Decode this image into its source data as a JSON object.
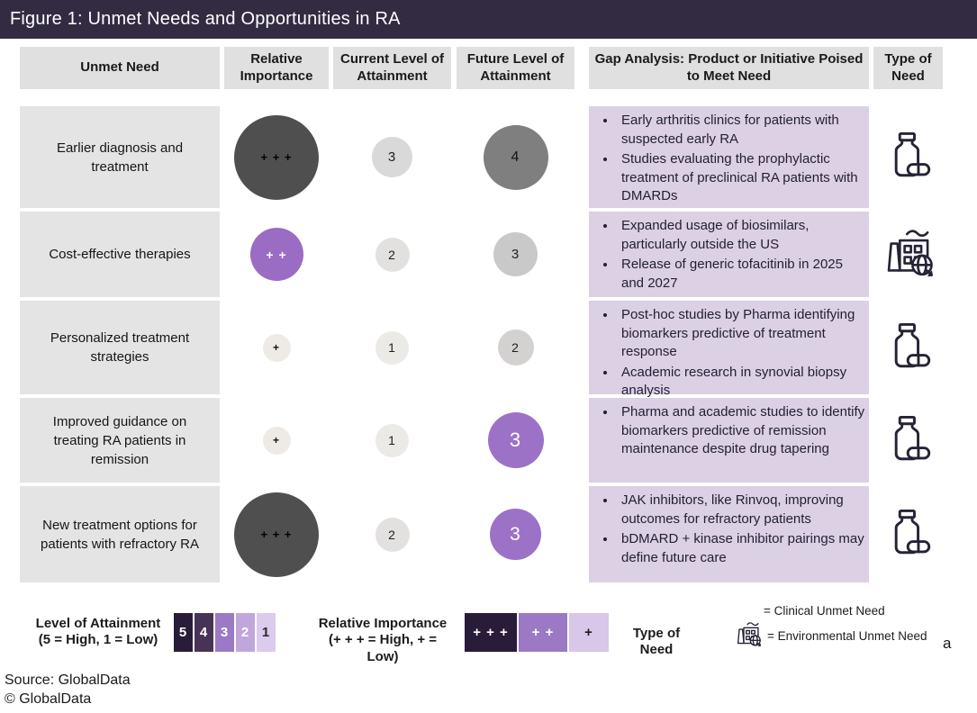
{
  "title_bar": {
    "title": "Figure 1: Unmet Needs and Opportunities in RA"
  },
  "table": {
    "headers": [
      "Unmet Need",
      "Relative Importance",
      "Current Level of Attainment",
      "Future Level of Attainment",
      "Gap Analysis: Product or Initiative Poised to Meet Need",
      "Type of Need"
    ],
    "rows": [
      {
        "need": "Earlier diagnosis and treatment",
        "height": 113,
        "importance": {
          "text": "+ + +",
          "d": 94,
          "bg": "#4f4f4f",
          "fg": "#000000",
          "fs": 13,
          "bold": true
        },
        "current": {
          "text": "3",
          "d": 45,
          "bg": "#d9d9d9",
          "fg": "#1f1f1f",
          "fs": 15,
          "bold": false
        },
        "future": {
          "text": "4",
          "d": 72,
          "bg": "#7f7f7f",
          "fg": "#141414",
          "fs": 16,
          "bold": false
        },
        "gap_bullets": [
          "Early arthritis clinics for patients with suspected early RA",
          "Studies evaluating the prophylactic treatment of preclinical RA patients with DMARDs"
        ],
        "type_icon": "pill-bottle-icon"
      },
      {
        "need": "Cost-effective therapies",
        "height": 95,
        "importance": {
          "text": "+ +",
          "d": 59,
          "bg": "#9a6cc4",
          "fg": "#ffffff",
          "fs": 14,
          "bold": true
        },
        "current": {
          "text": "2",
          "d": 38,
          "bg": "#e3e1df",
          "fg": "#1f1f1f",
          "fs": 14,
          "bold": false
        },
        "future": {
          "text": "3",
          "d": 49,
          "bg": "#c9c9c9",
          "fg": "#1f1f1f",
          "fs": 15,
          "bold": false
        },
        "gap_bullets": [
          "Expanded usage of biosimilars, particularly outside the US",
          "Release of generic tofacitinib in 2025 and 2027"
        ],
        "type_icon": "factory-icon"
      },
      {
        "need": "Personalized treatment strategies",
        "height": 104,
        "importance": {
          "text": "+",
          "d": 31,
          "bg": "#eeebe7",
          "fg": "#111111",
          "fs": 12,
          "bold": true
        },
        "current": {
          "text": "1",
          "d": 37,
          "bg": "#eceae6",
          "fg": "#1f1f1f",
          "fs": 14,
          "bold": false
        },
        "future": {
          "text": "2",
          "d": 40,
          "bg": "#d3d2d0",
          "fg": "#1f1f1f",
          "fs": 14,
          "bold": false
        },
        "gap_bullets": [
          "Post-hoc studies by Pharma identifying biomarkers predictive of treatment response",
          "Academic research in  synovial biopsy analysis"
        ],
        "type_icon": "pill-bottle-icon"
      },
      {
        "need": "Improved guidance on treating RA patients in remission",
        "height": 94,
        "importance": {
          "text": "+",
          "d": 31,
          "bg": "#eeebe7",
          "fg": "#111111",
          "fs": 12,
          "bold": true
        },
        "current": {
          "text": "1",
          "d": 37,
          "bg": "#eceae6",
          "fg": "#1f1f1f",
          "fs": 14,
          "bold": false
        },
        "future": {
          "text": "3",
          "d": 62,
          "bg": "#9c72c7",
          "fg": "#ffffff",
          "fs": 22,
          "bold": false
        },
        "gap_bullets": [
          "Pharma and academic studies to identify biomarkers predictive of remission maintenance despite drug tapering"
        ],
        "type_icon": "pill-bottle-icon"
      },
      {
        "need": "New treatment options for patients with refractory RA",
        "height": 107,
        "importance": {
          "text": "+ + +",
          "d": 94,
          "bg": "#4f4f4f",
          "fg": "#000000",
          "fs": 13,
          "bold": true
        },
        "current": {
          "text": "2",
          "d": 38,
          "bg": "#e3e1df",
          "fg": "#1f1f1f",
          "fs": 14,
          "bold": false
        },
        "future": {
          "text": "3",
          "d": 57,
          "bg": "#9c72c7",
          "fg": "#ffffff",
          "fs": 21,
          "bold": false
        },
        "gap_bullets": [
          "JAK inhibitors, like Rinvoq, improving outcomes for refractory patients",
          "bDMARD + kinase inhibitor pairings may define future care"
        ],
        "type_icon": "pill-bottle-icon"
      }
    ]
  },
  "legend": {
    "attainment": {
      "title": "Level of Attainment",
      "subtitle": "(5 = High, 1 = Low)",
      "boxes": [
        {
          "text": "5",
          "bg": "#281c38",
          "fg": "#ffffff",
          "width": 21
        },
        {
          "text": "4",
          "bg": "#473355",
          "fg": "#ffffff",
          "width": 21
        },
        {
          "text": "3",
          "bg": "#9b79c5",
          "fg": "#ffffff",
          "width": 21
        },
        {
          "text": "2",
          "bg": "#c1a6db",
          "fg": "#ffffff",
          "width": 21
        },
        {
          "text": "1",
          "bg": "#dbcbec",
          "fg": "#2a2a2a",
          "width": 21
        }
      ]
    },
    "importance": {
      "title": "Relative Importance",
      "subtitle": "(+ + + = High, + = Low)",
      "boxes": [
        {
          "text": "+ + +",
          "bg": "#281c38",
          "fg": "#ffffff",
          "width": 58
        },
        {
          "text": "+ +",
          "bg": "#9b79c5",
          "fg": "#ffffff",
          "width": 54
        },
        {
          "text": "+",
          "bg": "#d8c7e9",
          "fg": "#1c1c1c",
          "width": 44
        }
      ]
    },
    "type_of_need": {
      "title": "Type of Need",
      "clinical_label": "= Clinical Unmet Need",
      "environmental_label": "= Environmental Unmet Need"
    }
  },
  "annotation": "a",
  "footer": {
    "source_line": "Source: GlobalData",
    "copyright_line": "© GlobalData"
  },
  "colors": {
    "title_bar_bg": "#322b42",
    "header_cell_bg": "#e0e0e0",
    "need_cell_bg": "#e4e4e4",
    "gap_cell_bg": "#dbd0e4",
    "accent_purple": "#9c72c7",
    "dark_circle": "#4f4f4f",
    "icon_stroke": "#262337"
  },
  "chart_data": {
    "type": "table",
    "title": "Figure 1: Unmet Needs and Opportunities in RA",
    "columns": [
      "Unmet Need",
      "Relative Importance",
      "Current Level of Attainment",
      "Future Level of Attainment",
      "Gap Analysis: Product or Initiative Poised to Meet Need",
      "Type of Need"
    ],
    "importance_scale": "+ + + = High, + = Low",
    "attainment_scale": "5 = High, 1 = Low",
    "rows": [
      {
        "unmet_need": "Earlier diagnosis and treatment",
        "relative_importance": "+++",
        "current_level_of_attainment": 3,
        "future_level_of_attainment": 4,
        "gap_analysis": [
          "Early arthritis clinics for patients with suspected early RA",
          "Studies evaluating the prophylactic treatment of preclinical RA patients with DMARDs"
        ],
        "type_of_need": "Clinical"
      },
      {
        "unmet_need": "Cost-effective therapies",
        "relative_importance": "++",
        "current_level_of_attainment": 2,
        "future_level_of_attainment": 3,
        "gap_analysis": [
          "Expanded usage of biosimilars, particularly outside the US",
          "Release of generic tofacitinib in 2025 and 2027"
        ],
        "type_of_need": "Environmental"
      },
      {
        "unmet_need": "Personalized treatment strategies",
        "relative_importance": "+",
        "current_level_of_attainment": 1,
        "future_level_of_attainment": 2,
        "gap_analysis": [
          "Post-hoc studies by Pharma identifying biomarkers predictive of treatment response",
          "Academic research in  synovial biopsy analysis"
        ],
        "type_of_need": "Clinical"
      },
      {
        "unmet_need": "Improved guidance on treating RA patients in remission",
        "relative_importance": "+",
        "current_level_of_attainment": 1,
        "future_level_of_attainment": 3,
        "gap_analysis": [
          "Pharma and academic studies to identify biomarkers predictive of remission maintenance despite drug tapering"
        ],
        "type_of_need": "Clinical"
      },
      {
        "unmet_need": "New treatment options for patients with refractory RA",
        "relative_importance": "+++",
        "current_level_of_attainment": 2,
        "future_level_of_attainment": 3,
        "gap_analysis": [
          "JAK inhibitors, like Rinvoq, improving outcomes for refractory patients",
          "bDMARD + kinase inhibitor pairings may define future care"
        ],
        "type_of_need": "Clinical"
      }
    ]
  }
}
